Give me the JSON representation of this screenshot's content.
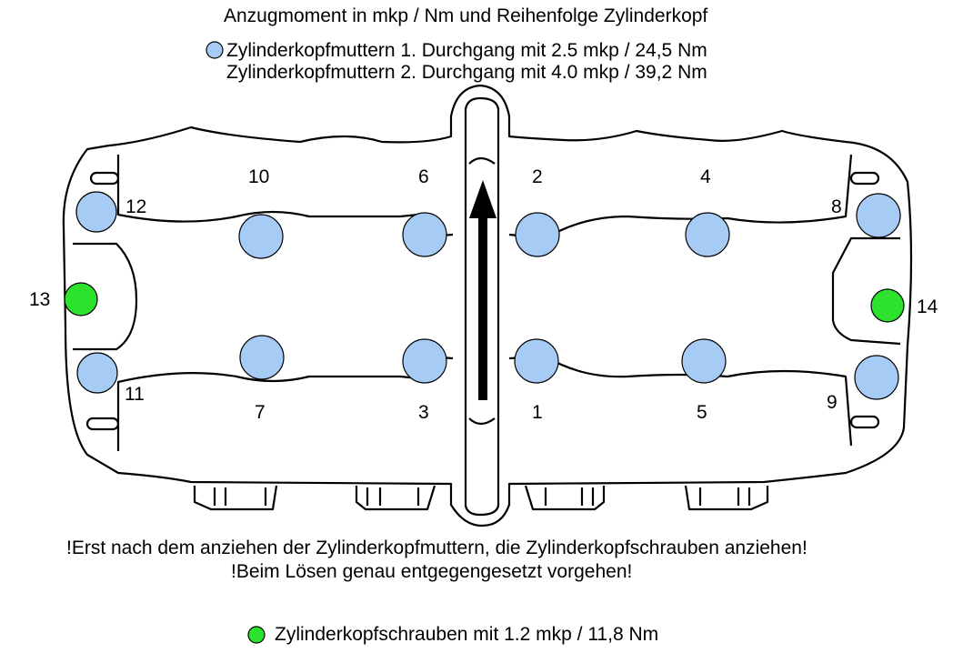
{
  "title": "Anzugmoment in mkp / Nm und Reihenfolge Zylinderkopf",
  "legend": {
    "pass1": "Zylinderkopfmuttern 1. Durchgang mit 2.5 mkp / 24,5 Nm",
    "pass2": "Zylinderkopfmuttern 2. Durchgang mit 4.0 mkp / 39,2 Nm",
    "bolts": "Zylinderkopfschrauben mit 1.2 mkp / 11,8 Nm"
  },
  "notes": {
    "line1": "!Erst nach dem anziehen der Zylinderkopfmuttern, die Zylinderkopfschrauben anziehen!",
    "line2": "!Beim Lösen genau entgegengesetzt vorgehen!"
  },
  "colors": {
    "nut": "#a6cbf5",
    "bolt": "#2de22d",
    "outline": "#000000"
  },
  "positions": {
    "n1": "1",
    "n2": "2",
    "n3": "3",
    "n4": "4",
    "n5": "5",
    "n6": "6",
    "n7": "7",
    "n8": "8",
    "n9": "9",
    "n10": "10",
    "n11": "11",
    "n12": "12",
    "n13": "13",
    "n14": "14"
  }
}
